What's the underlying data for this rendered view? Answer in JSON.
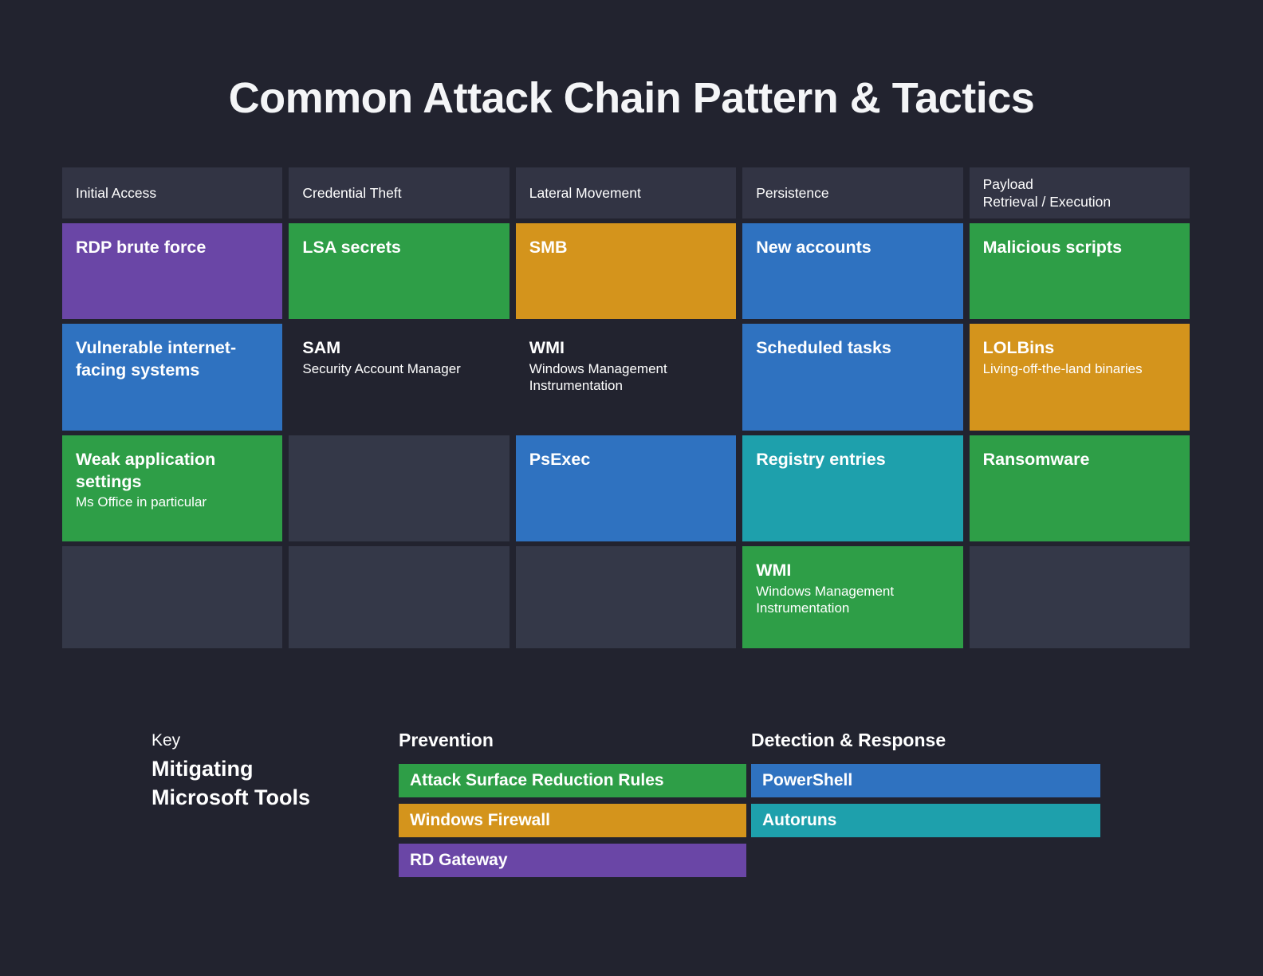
{
  "title": "Common Attack Chain Pattern & Tactics",
  "matrix": {
    "columns": [
      {
        "name": "Initial Access",
        "line2": ""
      },
      {
        "name": "Credential Theft",
        "line2": ""
      },
      {
        "name": "Lateral Movement",
        "line2": ""
      },
      {
        "name": "Persistence",
        "line2": ""
      },
      {
        "name": "Payload",
        "line2": "Retrieval / Execution"
      }
    ],
    "rows": [
      [
        {
          "title": "RDP brute force",
          "sub": "",
          "color": "purple"
        },
        {
          "title": "LSA secrets",
          "sub": "",
          "color": "green"
        },
        {
          "title": "SMB",
          "sub": "",
          "color": "orange"
        },
        {
          "title": "New accounts",
          "sub": "",
          "color": "blue"
        },
        {
          "title": "Malicious scripts",
          "sub": "",
          "color": "green"
        }
      ],
      [
        {
          "title": "Vulnerable internet-facing systems",
          "sub": "",
          "color": "blue"
        },
        {
          "title": "SAM",
          "sub": "Security Account Manager",
          "color": "plain"
        },
        {
          "title": "WMI",
          "sub": "Windows Management Instrumentation",
          "color": "plain"
        },
        {
          "title": "Scheduled tasks",
          "sub": "",
          "color": "blue"
        },
        {
          "title": "LOLBins",
          "sub": "Living-off-the-land binaries",
          "color": "orange"
        }
      ],
      [
        {
          "title": "Weak application settings",
          "sub": "Ms Office in particular",
          "color": "green"
        },
        {
          "title": "",
          "sub": "",
          "color": "empty"
        },
        {
          "title": "PsExec",
          "sub": "",
          "color": "blue"
        },
        {
          "title": "Registry entries",
          "sub": "",
          "color": "teal"
        },
        {
          "title": "Ransomware",
          "sub": "",
          "color": "green"
        }
      ],
      [
        {
          "title": "",
          "sub": "",
          "color": "empty"
        },
        {
          "title": "",
          "sub": "",
          "color": "empty"
        },
        {
          "title": "",
          "sub": "",
          "color": "empty"
        },
        {
          "title": "WMI",
          "sub": "Windows Management Instrumentation",
          "color": "green"
        },
        {
          "title": "",
          "sub": "",
          "color": "empty"
        }
      ]
    ]
  },
  "key": {
    "small_label": "Key",
    "big_label_line1": "Mitigating",
    "big_label_line2": "Microsoft Tools",
    "prevention": {
      "heading": "Prevention",
      "items": [
        {
          "label": "Attack Surface Reduction Rules",
          "color": "green"
        },
        {
          "label": "Windows Firewall",
          "color": "orange"
        },
        {
          "label": "RD Gateway",
          "color": "purple"
        }
      ]
    },
    "detection": {
      "heading": "Detection & Response",
      "items": [
        {
          "label": "PowerShell",
          "color": "blue"
        },
        {
          "label": "Autoruns",
          "color": "teal"
        }
      ]
    }
  },
  "colors": {
    "background": "#22232f",
    "header_cell": "#323444",
    "empty_cell": "#343848",
    "green": "#2e9e47",
    "blue": "#2f72c0",
    "orange": "#d4941c",
    "purple": "#6a46a6",
    "teal": "#1ea0ac",
    "text": "#ffffff"
  }
}
